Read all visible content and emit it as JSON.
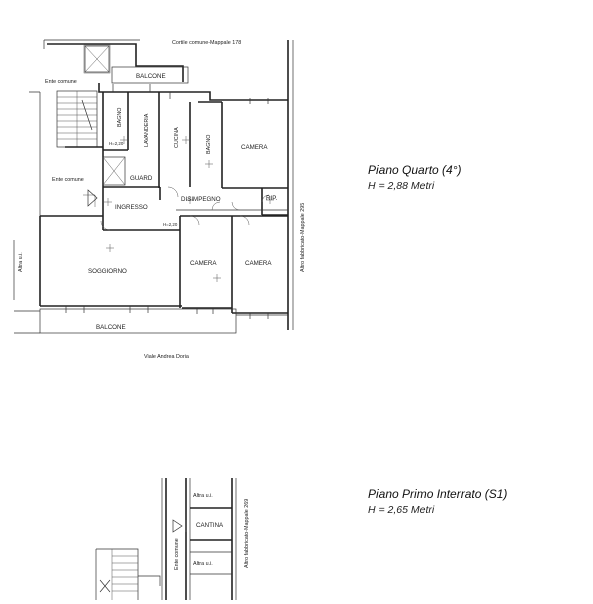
{
  "floor4": {
    "title": "Piano Quarto (4°)",
    "height": "H = 2,88 Metri",
    "labels": {
      "cortile": "Cortile comune-Mappale 178",
      "ente_top": "Ente comune",
      "ente_mid": "Ente comune",
      "balcone_top": "BALCONE",
      "bagno1": "BAGNO",
      "lavanderia": "LAVANDERIA",
      "cucina": "CUCINA",
      "bagno2": "BAGNO",
      "camera1": "CAMERA",
      "h220_a": "H=2,20",
      "guard": "GUARD",
      "ingresso": "INGRESSO",
      "disimpegno": "DISIMPEGNO",
      "rip": "RIP.",
      "h220_b": "H=2,20",
      "soggiorno": "SOGGIORNO",
      "camera2": "CAMERA",
      "camera3": "CAMERA",
      "balcone_bottom": "BALCONE",
      "altra_ui": "Altra u.i.",
      "altro_fabbricato": "Altro fabbricato-Mappale 295",
      "viale": "Viale Andrea Doria"
    }
  },
  "floorS1": {
    "title": "Piano Primo Interrato (S1)",
    "height": "H = 2,65 Metri",
    "labels": {
      "altra_ui_top": "Altra u.i.",
      "cantina": "CANTINA",
      "altra_ui_bottom": "Altra u.i.",
      "ente_comune": "Ente comune",
      "altro_fabbricato": "Altro fabbricato-Mappale 269"
    }
  }
}
